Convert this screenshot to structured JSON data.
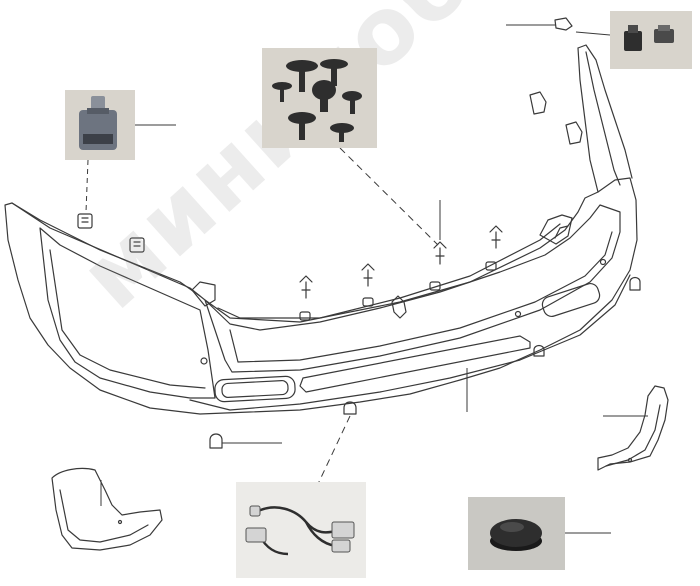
{
  "diagram": {
    "callouts": [
      {
        "id": "side-clip",
        "photo": "photo-clip"
      },
      {
        "id": "fasteners",
        "photo": "photo-fasteners"
      },
      {
        "id": "clip-nut",
        "photo": "photo-nut"
      },
      {
        "id": "wiring-harness",
        "photo": "photo-harness"
      },
      {
        "id": "hole-plug",
        "photo": "photo-plug"
      }
    ],
    "colors": {
      "line": "#3a3a3a",
      "photo_background": "#d8d4cc",
      "part_dark": "#2e2e2e",
      "part_gray": "#6d7480"
    }
  },
  "watermark": {
    "text": "минимобил.ру"
  }
}
